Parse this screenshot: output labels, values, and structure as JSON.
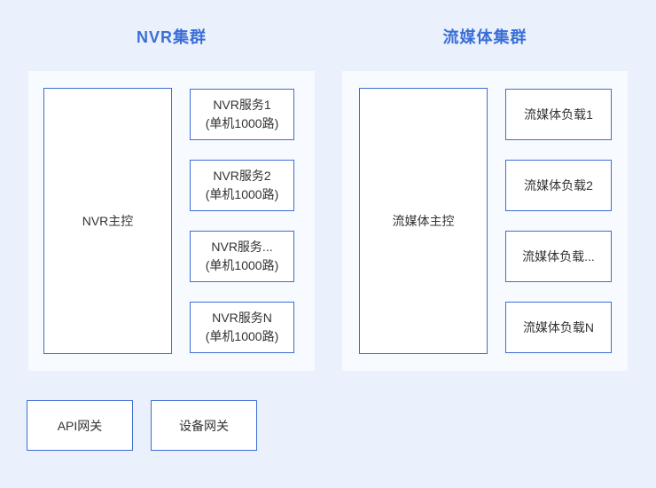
{
  "colors": {
    "page_bg": "#eaf0fc",
    "panel_bg": "#f7fafe",
    "box_bg": "#ffffff",
    "box_border": "#3e6dd3",
    "title_text": "#3b6fd6",
    "box_text": "#333333"
  },
  "clusters": [
    {
      "title": "NVR集群",
      "main_label": "NVR主控",
      "nodes": [
        {
          "lines": [
            "NVR服务1",
            "(单机1000路)"
          ]
        },
        {
          "lines": [
            "NVR服务2",
            "(单机1000路)"
          ]
        },
        {
          "lines": [
            "NVR服务...",
            "(单机1000路)"
          ]
        },
        {
          "lines": [
            "NVR服务N",
            "(单机1000路)"
          ]
        }
      ]
    },
    {
      "title": "流媒体集群",
      "main_label": "流媒体主控",
      "nodes": [
        {
          "lines": [
            "流媒体负载1"
          ]
        },
        {
          "lines": [
            "流媒体负载2"
          ]
        },
        {
          "lines": [
            "流媒体负载..."
          ]
        },
        {
          "lines": [
            "流媒体负载N"
          ]
        }
      ]
    }
  ],
  "gateways": [
    {
      "label": "API网关"
    },
    {
      "label": "设备网关"
    }
  ]
}
